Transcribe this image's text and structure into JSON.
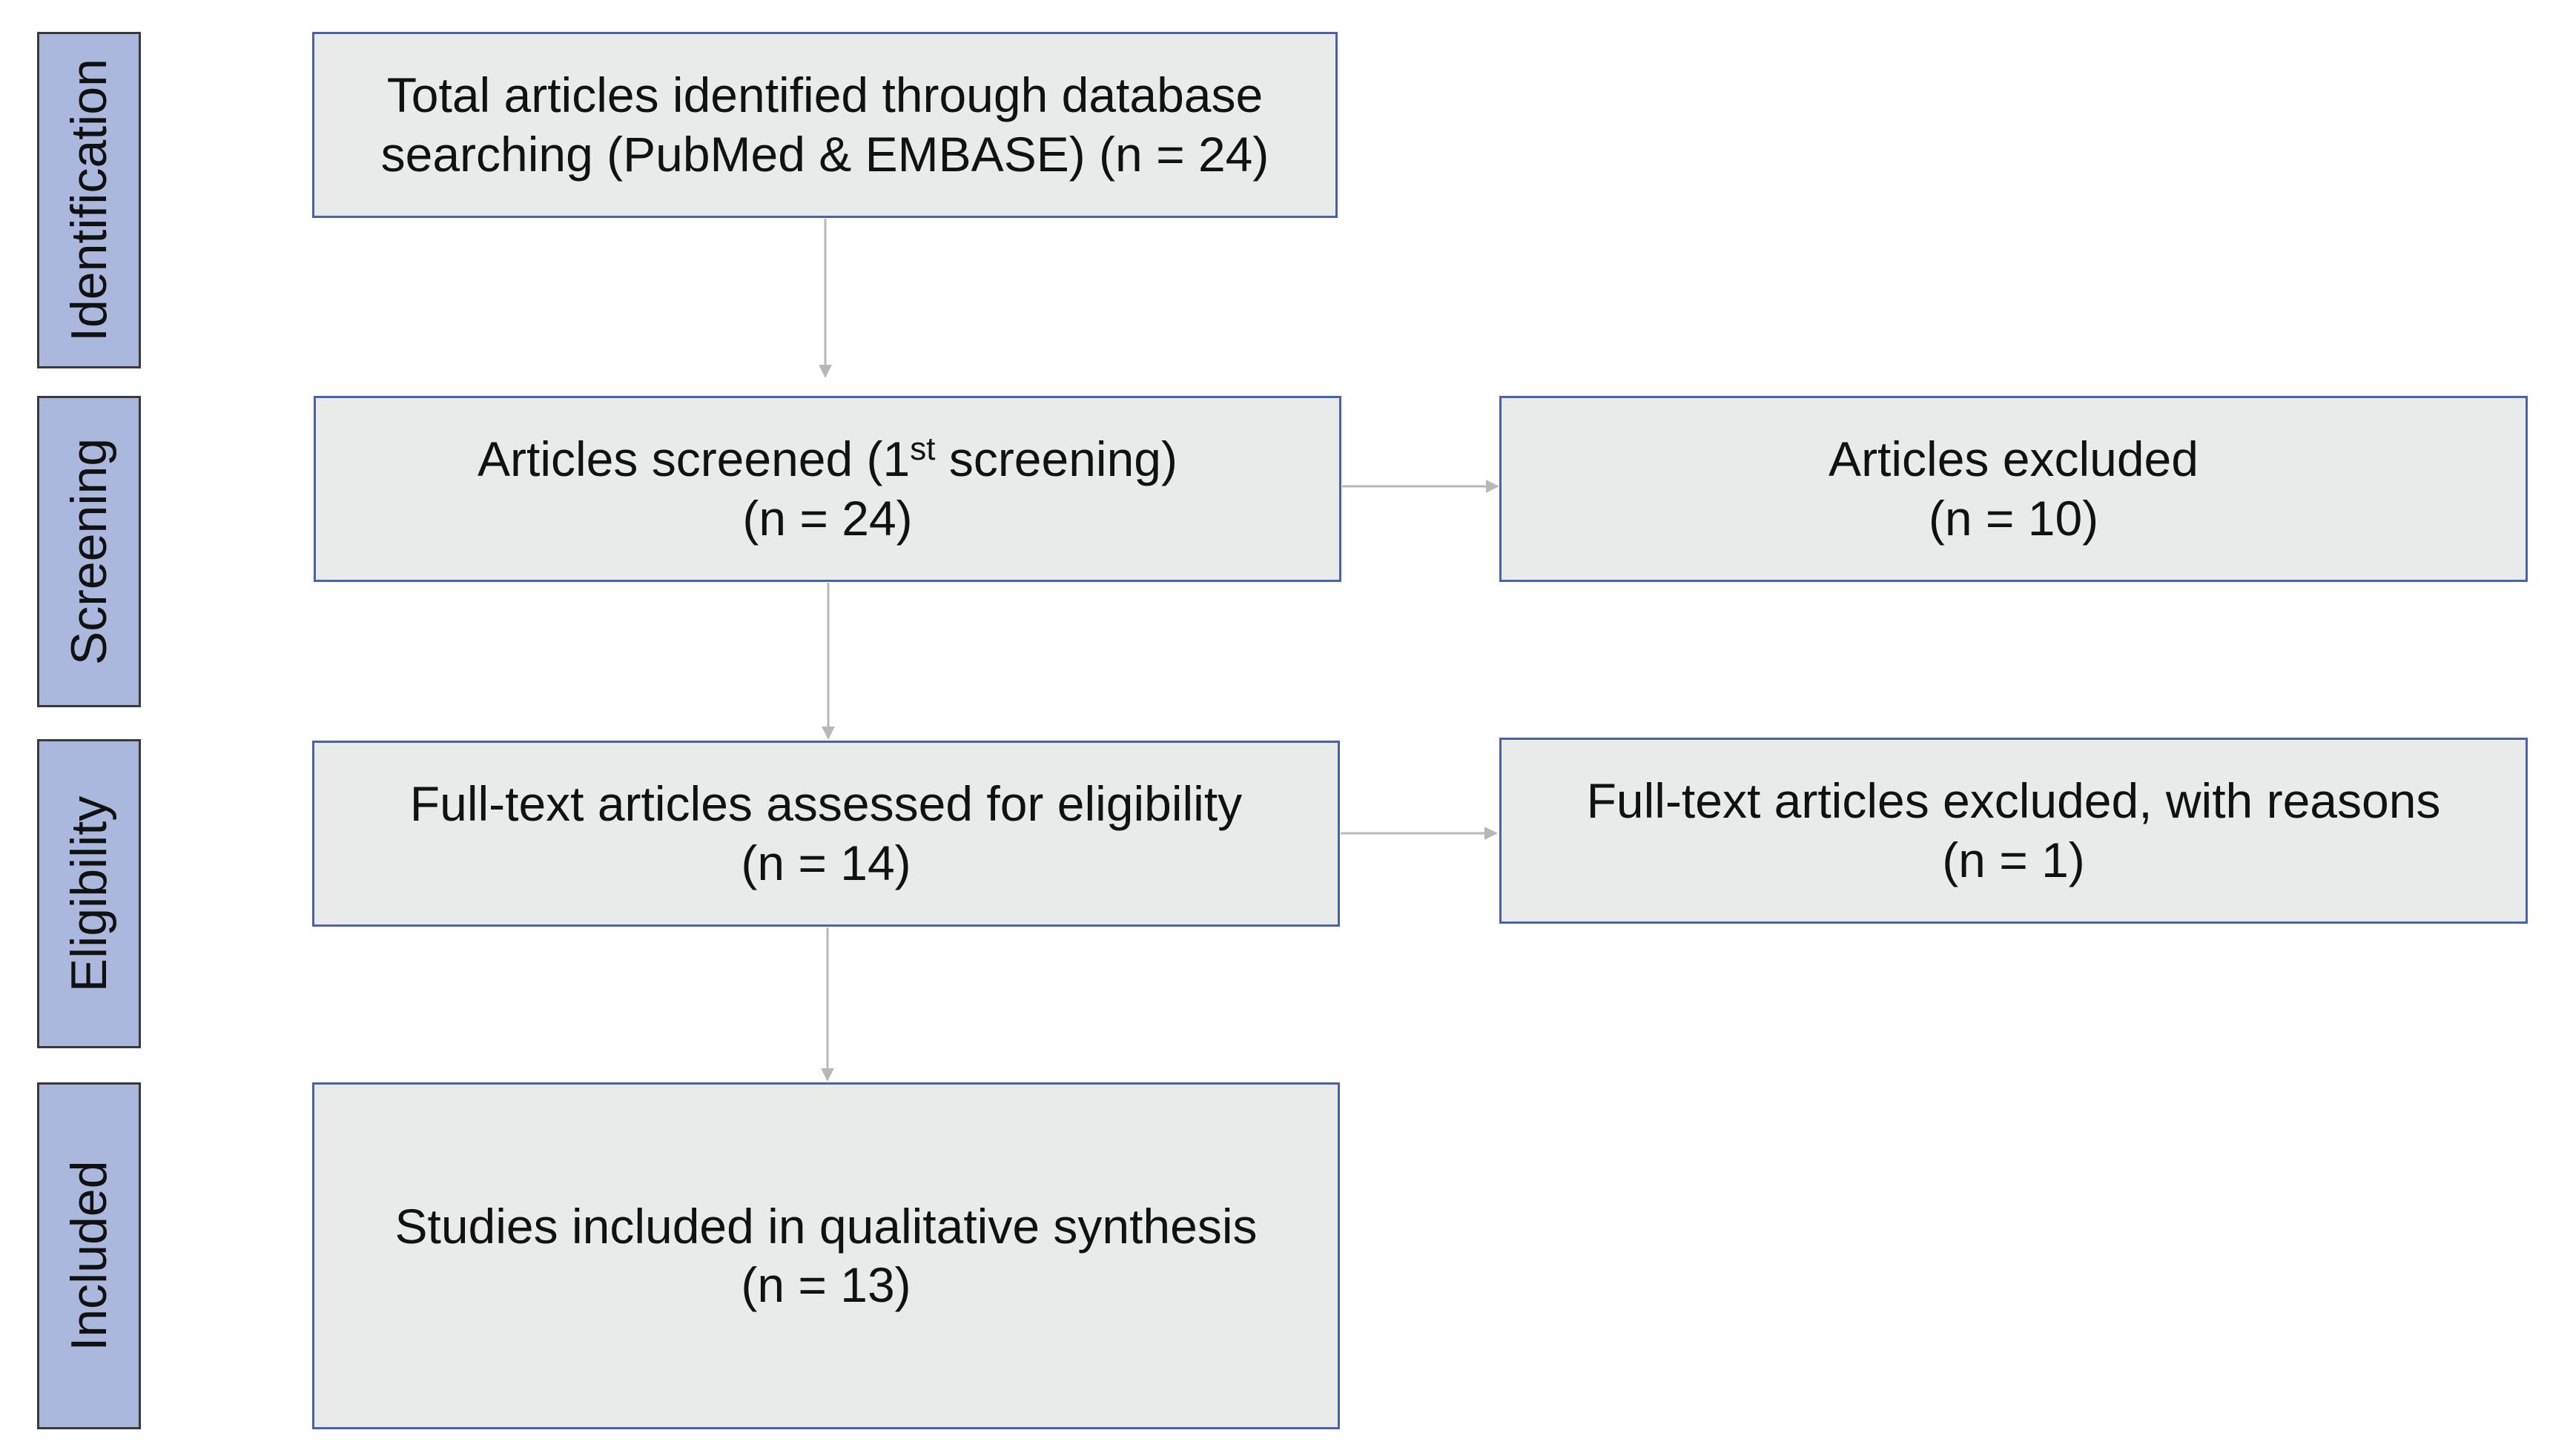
{
  "stages": {
    "identification": "Identification",
    "screening": "Screening",
    "eligibility": "Eligibility",
    "included": "Included"
  },
  "boxes": {
    "identified": {
      "line1": "Total articles identified through database",
      "line2": "searching (PubMed & EMBASE) (n = 24)"
    },
    "screened": {
      "line1_pre": "Articles screened (1",
      "line1_sup": "st",
      "line1_post": " screening)",
      "line2": "(n = 24)"
    },
    "excluded": {
      "line1": "Articles excluded",
      "line2": "(n = 10)"
    },
    "fulltext_assessed": {
      "line1": "Full-text articles assessed for eligibility",
      "line2": "(n = 14)"
    },
    "fulltext_excluded": {
      "line1": "Full-text articles excluded, with reasons",
      "line2": "(n = 1)"
    },
    "included": {
      "line1": "Studies included in qualitative synthesis",
      "line2": "(n = 13)"
    }
  },
  "colors": {
    "stage_fill": "#aab8dd",
    "box_fill": "#e8ebea",
    "box_border": "#4a62a8",
    "arrow": "#b8b8b8"
  }
}
